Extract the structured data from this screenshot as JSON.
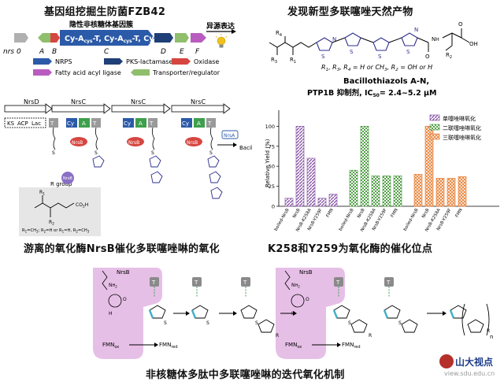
{
  "titles": {
    "top_left": "基因组挖掘生防菌FZB42",
    "top_right": "发现新型多联噻唑天然产物",
    "mid_left": "游离的氧化酶NrsB催化多联噻唑啉的氧化",
    "mid_right": "K258和Y259为氧化酶的催化位点",
    "bottom": "非核糖体多肽中多联噻唑啉的迭代氧化机制"
  },
  "gene_cluster": {
    "name": "隐性非核糖体基因簇",
    "gene_letters": [
      "nrs 0",
      "A",
      "B",
      "C",
      "D",
      "E",
      "F"
    ],
    "main_gene_text": "Cy-A",
    "cys_sub": "cys",
    "mid_sep": "-T, ",
    "end_sep": "-T",
    "heterologous": "异源表达",
    "legend": [
      "NRPS",
      "PKS-lactamase",
      "Oxidase",
      "Fatty acid acyl ligase",
      "Transporter/regulator"
    ],
    "colors": {
      "nrps": "#2b5aa8",
      "pks": "#1f3f77",
      "oxidase": "#d64640",
      "ligase": "#b95cc0",
      "transporter": "#8fbf6c",
      "gray": "#b0b0b0"
    }
  },
  "product": {
    "name": "Bacillothiazols A-N,",
    "activity_prefix": "PTP1B 抑制剂, IC",
    "ic_sub": "50",
    "activity_suffix": "= 2.4~5.2 μM",
    "r_def": ", R",
    "r_def_tail": " = H or CH",
    "r_def_mid": ", R",
    "r_def_end": " = OH or H"
  },
  "pathway": {
    "modules": [
      "NrsD",
      "NrsC",
      "NrsC",
      "NrsC"
    ],
    "domains": [
      "KS",
      "ACP",
      "Lac",
      "T",
      "Cy",
      "A",
      "T"
    ],
    "enzyme": "NrsB",
    "enzyme_a": "NrsA",
    "product": "Bacillothiazols",
    "r_group_label": "R group",
    "r_group_def1": "R",
    "r_group_def2": "=CH",
    "r_group_def3": "; R",
    "r_group_def4": "=H or R",
    "r_group_def5": "=H, R",
    "r_group_def6": "=CH",
    "acid": "CO",
    "acid_tail": "H"
  },
  "chart_data": {
    "type": "bar",
    "ylabel": "Relative Yield (%)",
    "ylim": [
      0,
      120
    ],
    "yticks": [
      0,
      25,
      50,
      75,
      100
    ],
    "legend": [
      "单噻唑啉氧化",
      "二联噻唑啉氧化",
      "三联噻唑啉氧化"
    ],
    "groups": [
      {
        "name": "单噻唑啉氧化",
        "color": "#8a5aa8",
        "categories": [
          "boiled-NrsB",
          "NrsB",
          "NrsB-K258A",
          "NrsB-Y259F",
          "FMN"
        ],
        "values": [
          10,
          100,
          60,
          10,
          15
        ]
      },
      {
        "name": "二联噻唑啉氧化",
        "color": "#55a04a",
        "categories": [
          "boiled-NrsB",
          "NrsB",
          "NrsB-K258A",
          "NrsB-Y259F",
          "FMN"
        ],
        "values": [
          45,
          100,
          38,
          38,
          38
        ]
      },
      {
        "name": "三联噻唑啉氧化",
        "color": "#e8833a",
        "categories": [
          "boiled-NrsB",
          "NrsB",
          "NrsB-K258A",
          "NrsB-Y259F",
          "FMN"
        ],
        "values": [
          40,
          100,
          35,
          35,
          37
        ]
      }
    ]
  },
  "mechanism": {
    "enzyme": "NrsB",
    "t_domain": "T",
    "fmn_ox": "FMN",
    "ox_sub": "ox",
    "fmn_red": "FMN",
    "red_sub": "red",
    "atoms": {
      "S": "S",
      "N": "N",
      "NH": "NH",
      "H": "H",
      "R": "R",
      "O": "O"
    },
    "n_label": "n"
  },
  "watermark": {
    "name": "山大视点",
    "url": "view.sdu.edu.cn"
  }
}
